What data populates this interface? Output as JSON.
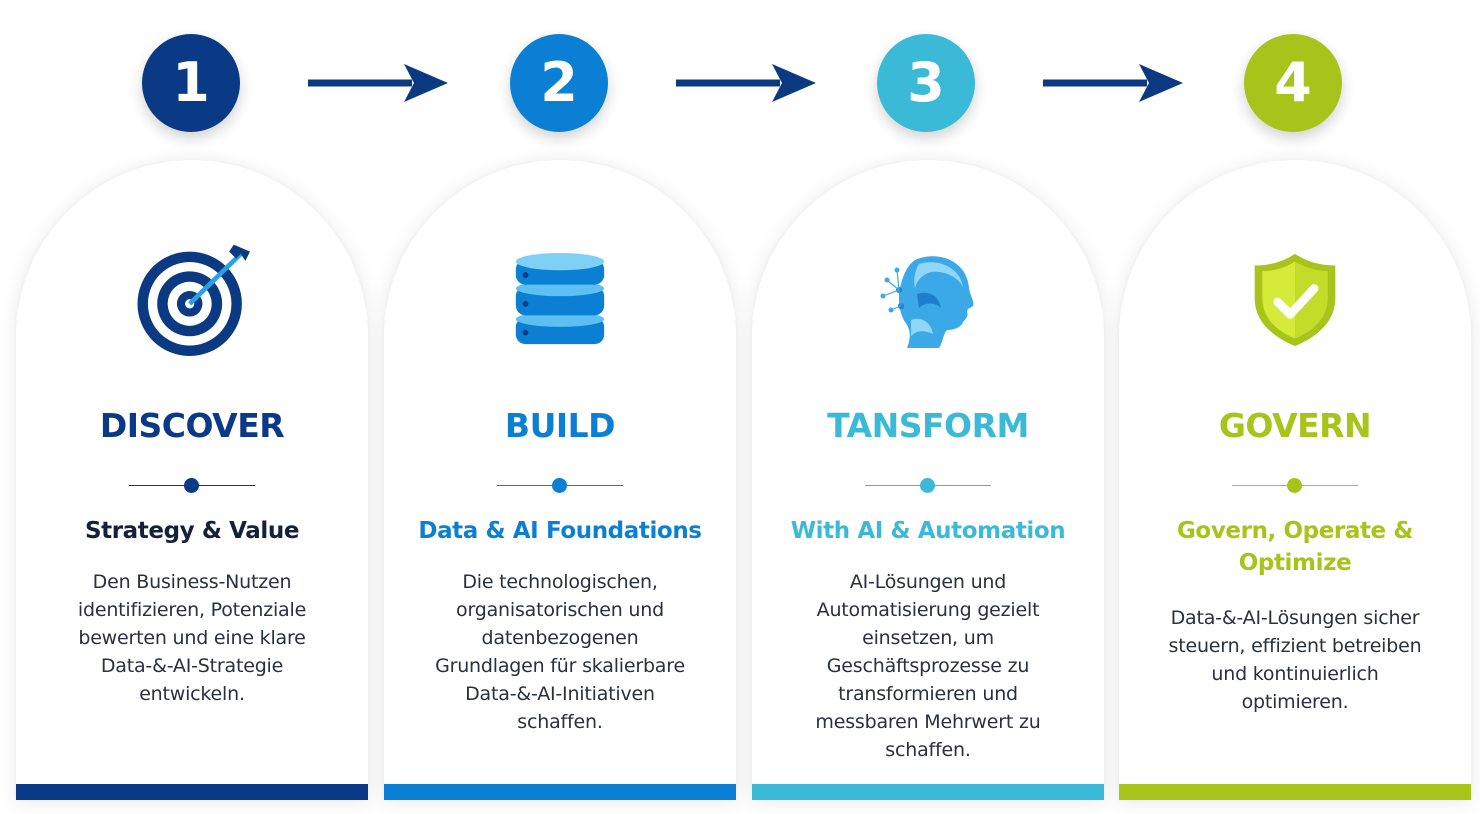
{
  "colors": {
    "step1": "#0a3a86",
    "step2": "#0b7fd4",
    "step3": "#3bbad8",
    "step4": "#a8c31a",
    "arrow": "#0b3a82",
    "text": "#2b3040"
  },
  "steps": [
    {
      "number": "1",
      "icon": "target-icon",
      "title": "DISCOVER",
      "subtitle": "Strategy & Value",
      "description": "Den Business-Nutzen identifizieren, Potenziale bewerten und eine klare Data-&-AI-Strategie entwickeln."
    },
    {
      "number": "2",
      "icon": "database-icon",
      "title": "BUILD",
      "subtitle": "Data & AI Foundations",
      "description": "Die technologischen, organisatorischen und datenbezogenen Grundlagen für skalierbare Data-&-AI-Initiativen schaffen."
    },
    {
      "number": "3",
      "icon": "ai-head-icon",
      "title": "TANSFORM",
      "subtitle": "With AI & Automation",
      "description": "AI-Lösungen und Automatisierung gezielt einsetzen, um Geschäftsprozesse zu transformieren und messbaren Mehrwert zu schaffen."
    },
    {
      "number": "4",
      "icon": "shield-check-icon",
      "title": "GOVERN",
      "subtitle": "Govern, Operate & Optimize",
      "description": "Data-&-AI-Lösungen sicher steuern, effizient betreiben und kontinuierlich optimieren."
    }
  ]
}
